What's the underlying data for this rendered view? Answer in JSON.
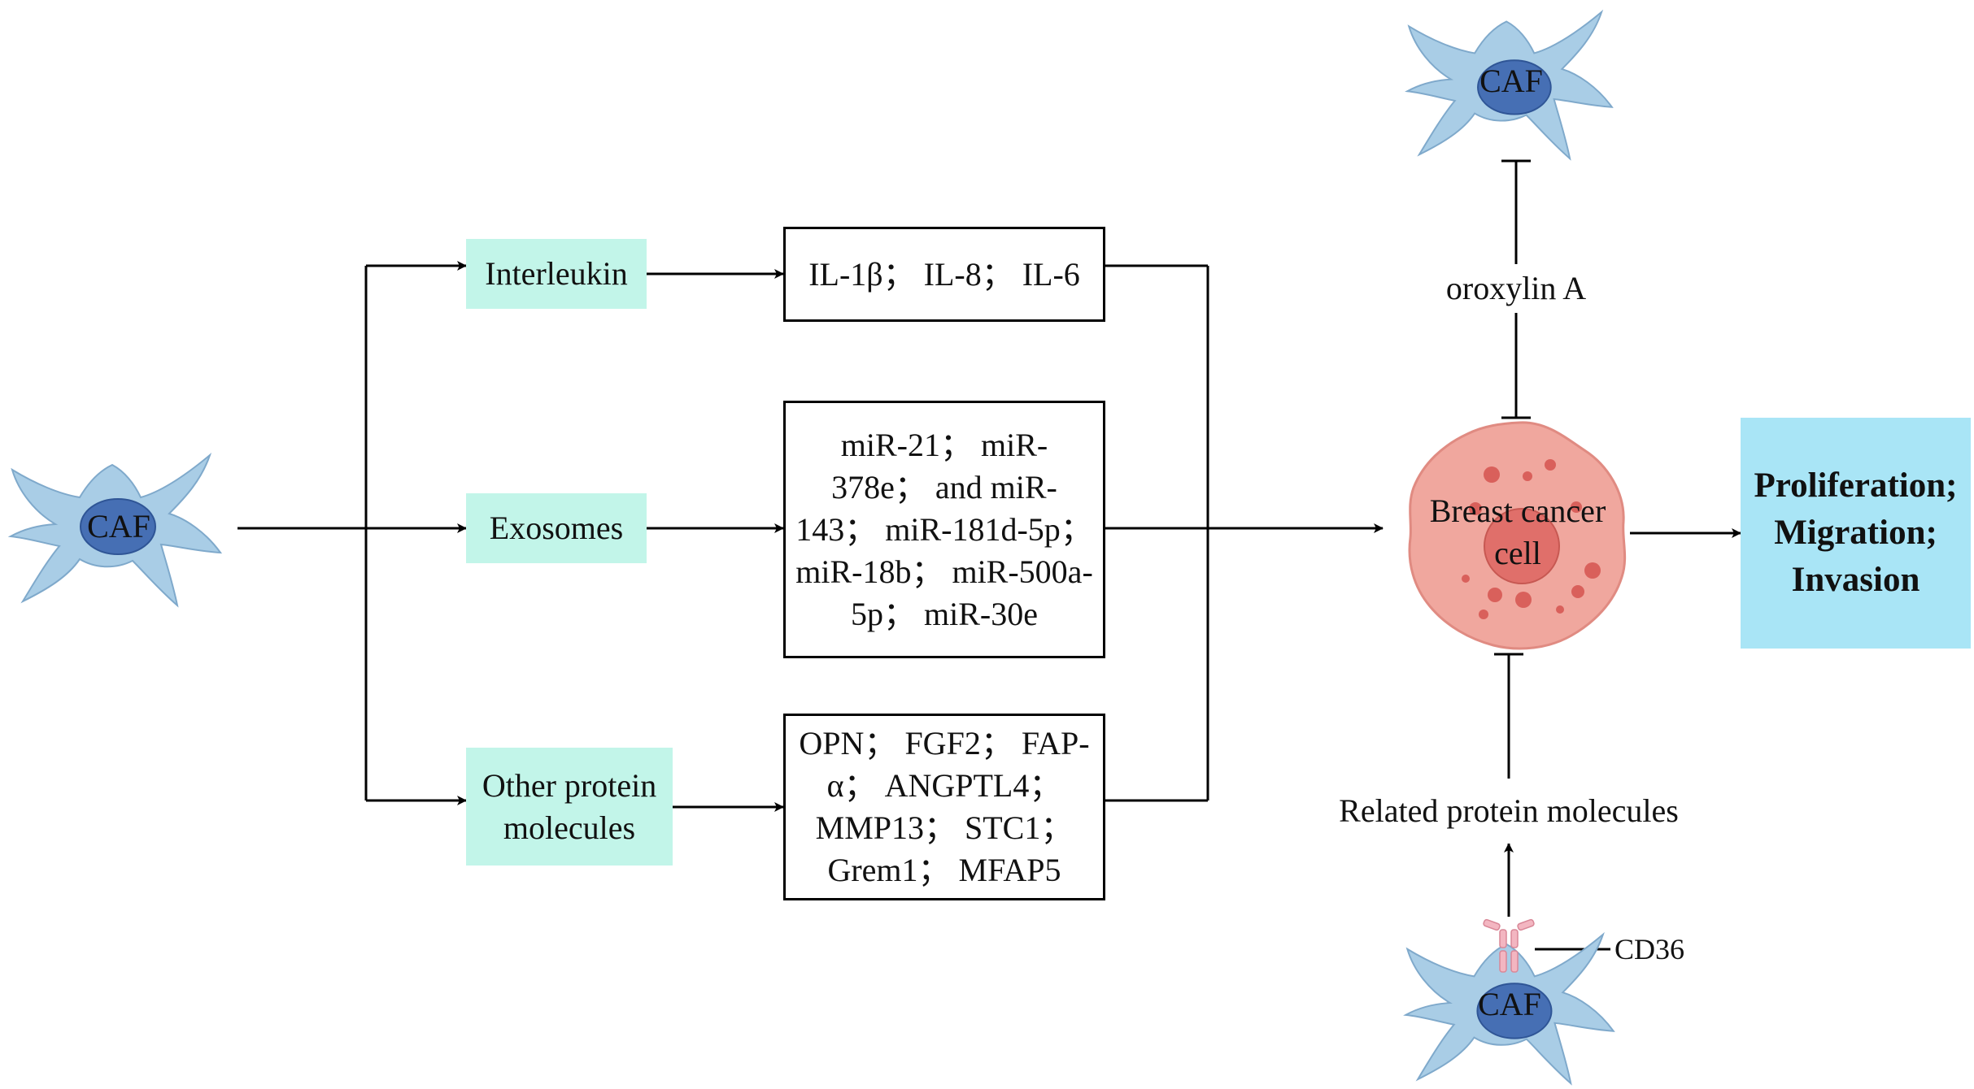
{
  "caf_source": {
    "label": "CAF"
  },
  "caf_top": {
    "label": "CAF"
  },
  "caf_bottom": {
    "label": "CAF",
    "receptor_label": "CD36"
  },
  "categories": [
    {
      "label": "Interleukin",
      "members": "IL-1β；  IL-8；  IL-6"
    },
    {
      "label": "Exosomes",
      "members": "miR-21；  miR-378e；  and miR-143；  miR-181d-5p；  miR-18b；  miR-500a-5p；  miR-30e"
    },
    {
      "label": "Other protein molecules",
      "members": "OPN；  FGF2；  FAP-α；  ANGPTL4；  MMP13；  STC1；  Grem1；  MFAP5"
    }
  ],
  "inhibitor_top": "oroxylin A",
  "inhibitor_bottom": "Related protein molecules",
  "target": {
    "label": "Breast cancer cell"
  },
  "outcome": {
    "label": "Proliferation; Migration; Invasion"
  },
  "colors": {
    "teal_box": "#c2f5e9",
    "outcome_box": "#a9e5f6",
    "caf_body": "#a9cde6",
    "caf_nucleus": "#466fb4",
    "cancer_cell": "#f0a79e",
    "cancer_nucleus": "#e06f6a",
    "receptor": "#f3b6c1"
  }
}
